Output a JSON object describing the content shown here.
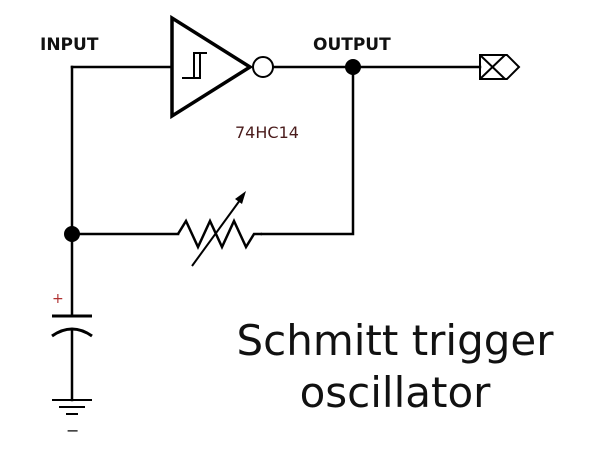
{
  "labels": {
    "input": "INPUT",
    "output": "OUTPUT",
    "part": "74HC14",
    "cap_plus": "+",
    "ground_minus": "−"
  },
  "title": {
    "line1": "Schmitt trigger",
    "line2": "oscillator"
  },
  "colors": {
    "wire": "#000000",
    "part_label": "#4a1c1c",
    "polarity": "#b03030",
    "text": "#111111"
  },
  "icons": {
    "gate": "schmitt-inverter-icon",
    "resistor": "variable-resistor-icon",
    "capacitor": "polarized-capacitor-icon",
    "ground": "ground-icon",
    "output_port": "output-port-icon"
  }
}
